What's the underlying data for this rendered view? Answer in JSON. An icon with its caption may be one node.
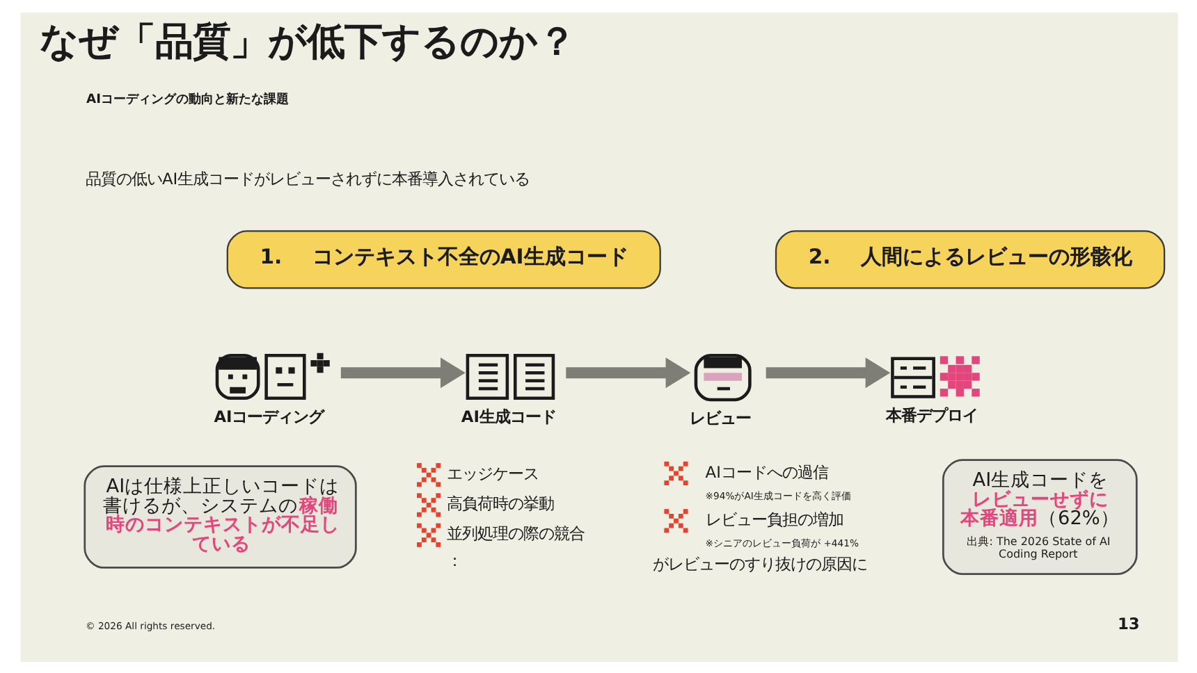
{
  "diagram": {
    "title": "なぜ「品質」が低下するのか？",
    "nodes": [
      {
        "text": [
          "1.",
          "コンテキスト不全のAI生成コード"
        ]
      },
      {
        "text": [
          "2.",
          "人間によるレビューの形骸化"
        ]
      },
      {
        "text": [
          "AIコーディング"
        ]
      },
      {
        "text": [
          "AI生成コード"
        ]
      },
      {
        "text": [
          "レビュー"
        ]
      },
      {
        "text": [
          "本番デプロイ"
        ]
      },
      {
        "text": [
          "AIは仕様上正しいコードは書けるが、システムの **稼働時のコンテキストが不足している**"
        ]
      },
      {
        "text": [
          "AI生成コードを**レビューせずに本番適用**（62%）",
          "出典: The 2026 State of AI Coding Report"
        ]
      }
    ],
    "edges": [
      {
        "from": 2,
        "to": 3,
        "arrow": "to"
      },
      {
        "from": 3,
        "to": 4,
        "arrow": "to"
      },
      {
        "from": 4,
        "to": 5,
        "arrow": "to"
      }
    ],
    "labels": [
      "AIコーディングの動向と新たな課題",
      "品質の低いAI生成コードがレビューされずに本番導入されている",
      "エッジケース",
      "高負荷時の挙動",
      "並列処理の際の競合",
      "：",
      "AIコードへの過信",
      "※94%がAI生成コードを高く評価",
      "レビュー負担の増加",
      "※シニアのレビュー負荷が +441%",
      "がレビューのすり抜けの原因に",
      "© 2026 All rights reserved.",
      "13"
    ]
  }
}
